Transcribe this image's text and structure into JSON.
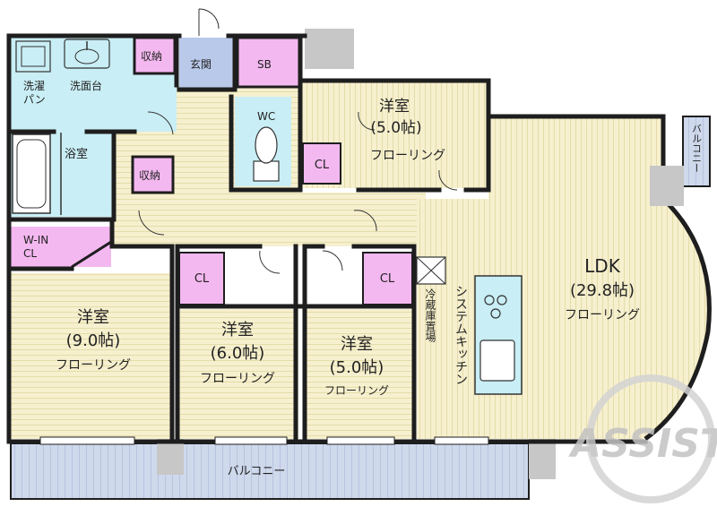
{
  "rooms": {
    "washroom_laundry": "洗濯\nパン",
    "washroom_basin": "洗面台",
    "storage_top": "収納",
    "entrance": "玄関",
    "shoe_box": "SB",
    "toilet": "WC",
    "bath": "浴室",
    "storage_mid": "収納",
    "walkin_closet": "W-IN\nCL",
    "bedroom_top_name": "洋室",
    "bedroom_top_size": "(5.0帖)",
    "bedroom_top_floor": "フローリング",
    "bedroom_top_closet": "CL",
    "bedroom_left_name": "洋室",
    "bedroom_left_size": "(9.0帖)",
    "bedroom_left_floor": "フローリング",
    "bedroom_mid_name": "洋室",
    "bedroom_mid_size": "(6.0帖)",
    "bedroom_mid_floor": "フローリング",
    "bedroom_mid_closet": "CL",
    "bedroom_right_name": "洋室",
    "bedroom_right_size": "(5.0帖)",
    "bedroom_right_floor": "フローリング",
    "bedroom_right_closet": "CL",
    "fridge": "冷蔵庫置場",
    "kitchen": "システムキッチン",
    "ldk_name": "LDK",
    "ldk_size": "(29.8帖)",
    "ldk_floor": "フローリング",
    "balcony_small": "バルコニー",
    "balcony_main": "バルコニー"
  },
  "logo": "ASSIST",
  "colors": {
    "wall": "#1e1e1e",
    "wet_area": "#c9eef5",
    "storage": "#f4b8f0",
    "entrance": "#b9c9ea",
    "floor_wood": "#f6f0cf",
    "floor_lines": "#e4dca8",
    "hall": "#f8f3d6",
    "balcony": "#cfd9ec",
    "pillar": "#c7c7c7",
    "logo": "#c2c2c2"
  }
}
